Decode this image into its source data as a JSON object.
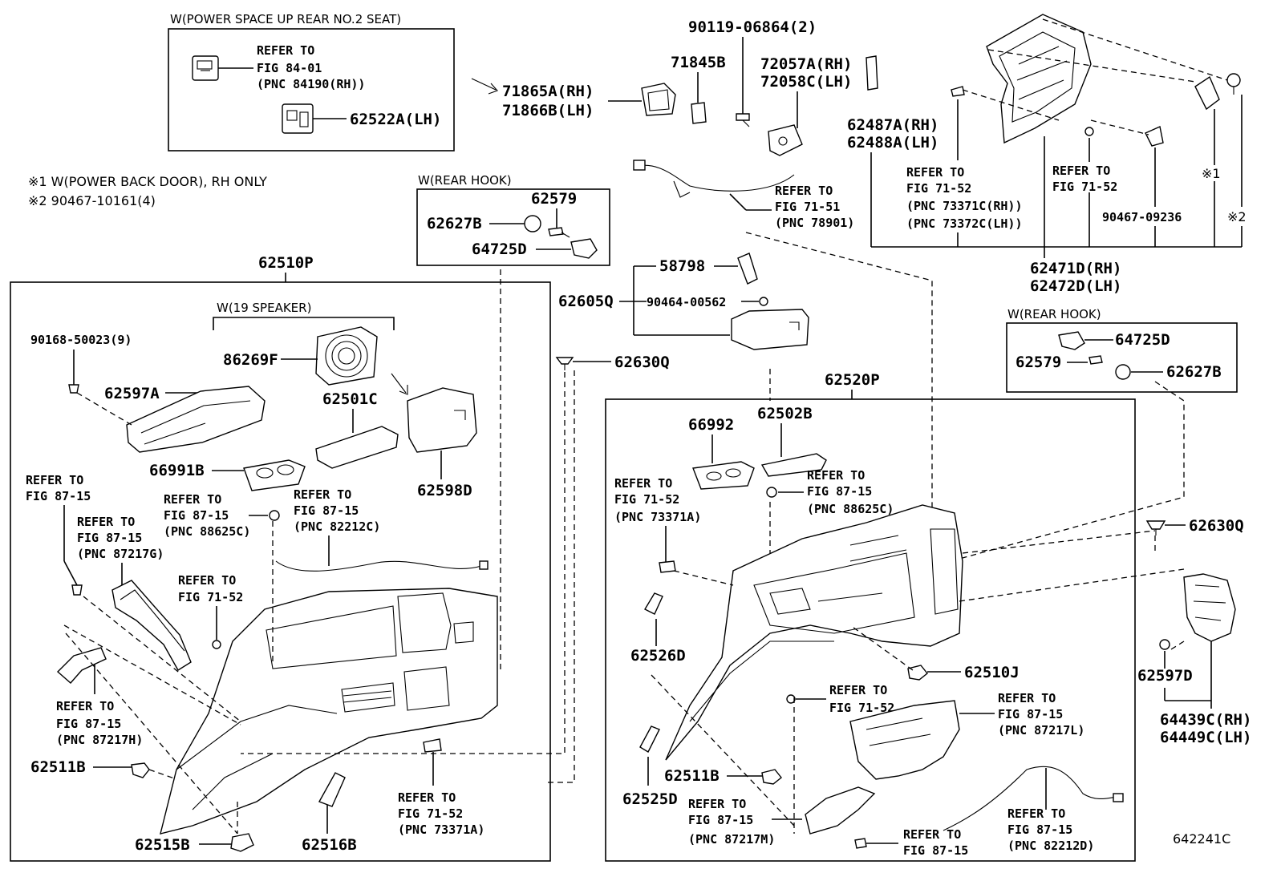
{
  "diagram_id": "642241C",
  "boxes": {
    "power_space_up": "W(POWER SPACE UP REAR NO.2 SEAT)",
    "rear_hook_top": "W(REAR HOOK)",
    "rear_hook_right": "W(REAR HOOK)",
    "speaker": "W(19 SPEAKER)"
  },
  "notes": {
    "note1": "※1 W(POWER BACK DOOR), RH ONLY",
    "note2": "※2 90467-10161(4)",
    "mark1": "※1",
    "mark2": "※2"
  },
  "parts": {
    "p62522A": "62522A(LH)",
    "p71865A": "71865A(RH)",
    "p71866B": "71866B(LH)",
    "p90119": "90119-06864(2)",
    "p71845B": "71845B",
    "p72057A": "72057A(RH)",
    "p72058C": "72058C(LH)",
    "p62487A": "62487A(RH)",
    "p62488A": "62488A(LH)",
    "p90467_09236": "90467-09236",
    "p62471D": "62471D(RH)",
    "p62472D": "62472D(LH)",
    "p62579a": "62579",
    "p62627Ba": "62627B",
    "p64725Da": "64725D",
    "p62510P": "62510P",
    "p58798": "58798",
    "p62605Q": "62605Q",
    "p90464": "90464-00562",
    "p62630Qa": "62630Q",
    "p64725Db": "64725D",
    "p62579b": "62579",
    "p62627Bb": "62627B",
    "p62520P": "62520P",
    "p90168": "90168-50023(9)",
    "p86269F": "86269F",
    "p62597A": "62597A",
    "p62501C": "62501C",
    "p66991B": "66991B",
    "p62598D": "62598D",
    "p66992": "66992",
    "p62502B": "62502B",
    "p62630Qb": "62630Q",
    "p62526D": "62526D",
    "p62510J": "62510J",
    "p62597D": "62597D",
    "p64439C": "64439C(RH)",
    "p64449C": "64449C(LH)",
    "p62511Ba": "62511B",
    "p62515B": "62515B",
    "p62516B": "62516B",
    "p62511Bb": "62511B",
    "p62525D": "62525D"
  },
  "refs": {
    "r1a": "REFER TO",
    "r1b": "FIG 84-01",
    "r1c": "(PNC 84190(RH))",
    "r2a": "REFER TO",
    "r2b": "FIG 71-52",
    "r2c": "(PNC 73371C(RH))",
    "r2d": "(PNC 73372C(LH))",
    "r3a": "REFER TO",
    "r3b": "FIG 71-52",
    "r4a": "REFER TO",
    "r4b": "FIG 71-51",
    "r4c": "(PNC 78901)",
    "r5a": "REFER TO",
    "r5b": "FIG 87-15",
    "r6a": "REFER TO",
    "r6b": "FIG 87-15",
    "r6c": "(PNC 87217G)",
    "r7a": "REFER TO",
    "r7b": "FIG 87-15",
    "r7c": "(PNC 88625C)",
    "r8a": "REFER TO",
    "r8b": "FIG 87-15",
    "r8c": "(PNC 82212C)",
    "r9a": "REFER TO",
    "r9b": "FIG 71-52",
    "r10a": "REFER TO",
    "r10b": "FIG 87-15",
    "r10c": "(PNC 87217H)",
    "r11a": "REFER TO",
    "r11b": "FIG 71-52",
    "r11c": "(PNC 73371A)",
    "r12a": "REFER TO",
    "r12b": "FIG 71-52",
    "r12c": "(PNC 73371A)",
    "r13a": "REFER TO",
    "r13b": "FIG 87-15",
    "r13c": "(PNC 88625C)",
    "r14a": "REFER TO",
    "r14b": "FIG 71-52",
    "r15a": "REFER TO",
    "r15b": "FIG 87-15",
    "r15c": "(PNC 87217L)",
    "r16a": "REFER TO",
    "r16b": "FIG 87-15",
    "r16c": "(PNC 87217M)",
    "r17a": "REFER TO",
    "r17b": "FIG 87-15",
    "r18a": "REFER TO",
    "r18b": "FIG 87-15",
    "r18c": "(PNC 82212D)"
  }
}
